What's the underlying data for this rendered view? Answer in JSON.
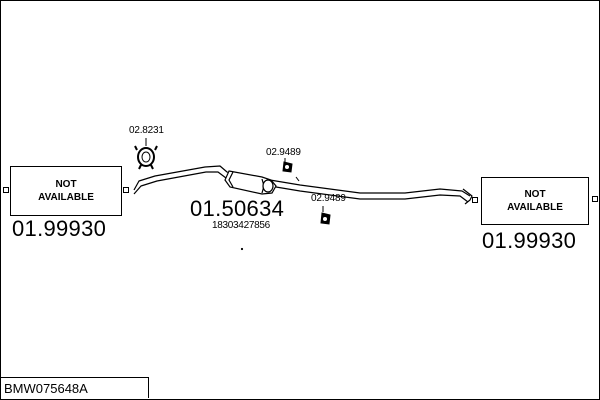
{
  "left_part": {
    "box_text": "NOT\nAVAILABLE",
    "part_number": "01.99930"
  },
  "right_part": {
    "box_text": "NOT\nAVAILABLE",
    "part_number": "01.99930"
  },
  "center_part": {
    "part_number": "01.50634",
    "oe_number": "18303427856"
  },
  "clamp": {
    "part_number": "02.8231"
  },
  "hanger_top": {
    "part_number": "02.9489"
  },
  "hanger_bottom": {
    "part_number": "02.9489"
  },
  "footer": {
    "code": "BMW075648A"
  },
  "colors": {
    "line": "#000000",
    "background": "#ffffff"
  }
}
